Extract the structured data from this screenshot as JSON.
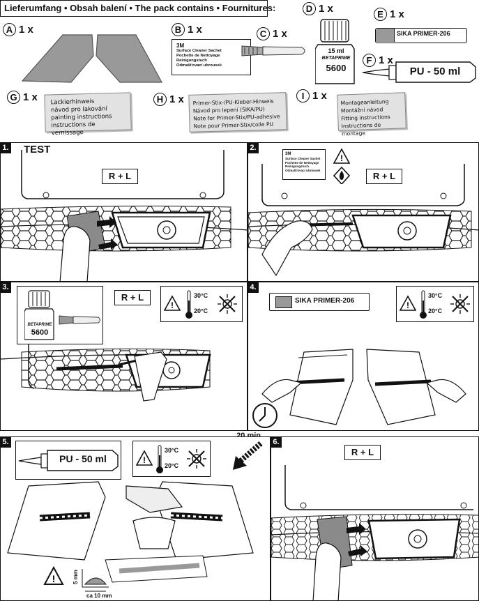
{
  "header": {
    "title": "Lieferumfang • Obsah balení • The pack contains • Fournitures:"
  },
  "items": {
    "A": {
      "letter": "A",
      "qty": "1 x"
    },
    "B": {
      "letter": "B",
      "qty": "1 x",
      "brand": "3M",
      "lines": [
        "Surface Cleaner Sachet",
        "Pochette de Nettoyage",
        "Reinigungstuch",
        "Odmašťovací ubrousek"
      ]
    },
    "C": {
      "letter": "C",
      "qty": "1 x"
    },
    "D": {
      "letter": "D",
      "qty": "1 x",
      "volume": "15 ml",
      "brand": "BETAPRIME",
      "code": "5600"
    },
    "E": {
      "letter": "E",
      "qty": "1 x",
      "label": "SIKA PRIMER-206"
    },
    "F": {
      "letter": "F",
      "qty": "1 x",
      "label": "PU - 50 ml"
    },
    "G": {
      "letter": "G",
      "qty": "1 x",
      "lines": [
        "Lackierhinweis",
        "návod pro lakování",
        "painting instructions",
        "instructions de vernissage"
      ]
    },
    "H": {
      "letter": "H",
      "qty": "1 x",
      "lines": [
        "Primer-Stix-/PU-Kleber-Hinweis",
        "Návod pro lepení (SIKA/PU)",
        "Note for Primer-Stix/PU-adhesive",
        "Note pour Primer-Stix/colle PU"
      ]
    },
    "I": {
      "letter": "I",
      "qty": "1 x",
      "lines": [
        "Montageanleitung",
        "Montážní návod",
        "Fitting instructions",
        "Instructions de montage"
      ]
    }
  },
  "steps": {
    "s1": {
      "num": "1.",
      "label": "TEST",
      "rl": "R + L"
    },
    "s2": {
      "num": "2.",
      "rl": "R + L",
      "brand": "3M",
      "lines": [
        "Surface Cleaner Sachet",
        "Pochette de Nettoyage",
        "Reinigungstuch",
        "Odmašťovací ubrousek"
      ]
    },
    "s3": {
      "num": "3.",
      "rl": "R + L",
      "brand": "BETAPRIME",
      "code": "5600",
      "t_high": "30°C",
      "t_low": "20°C"
    },
    "s4": {
      "num": "4.",
      "primer": "SIKA PRIMER-206",
      "t_high": "30°C",
      "t_low": "20°C",
      "wait": "...20 min."
    },
    "s5": {
      "num": "5.",
      "pu": "PU - 50 ml",
      "t_high": "30°C",
      "t_low": "20°C",
      "bead_h": "5 mm",
      "bead_w": "ca 10 mm"
    },
    "s6": {
      "num": "6.",
      "rl": "R + L"
    }
  },
  "colors": {
    "ink": "#111111",
    "panel_grey": "#9a9a9a",
    "paper_grey": "#e2e2e2"
  }
}
